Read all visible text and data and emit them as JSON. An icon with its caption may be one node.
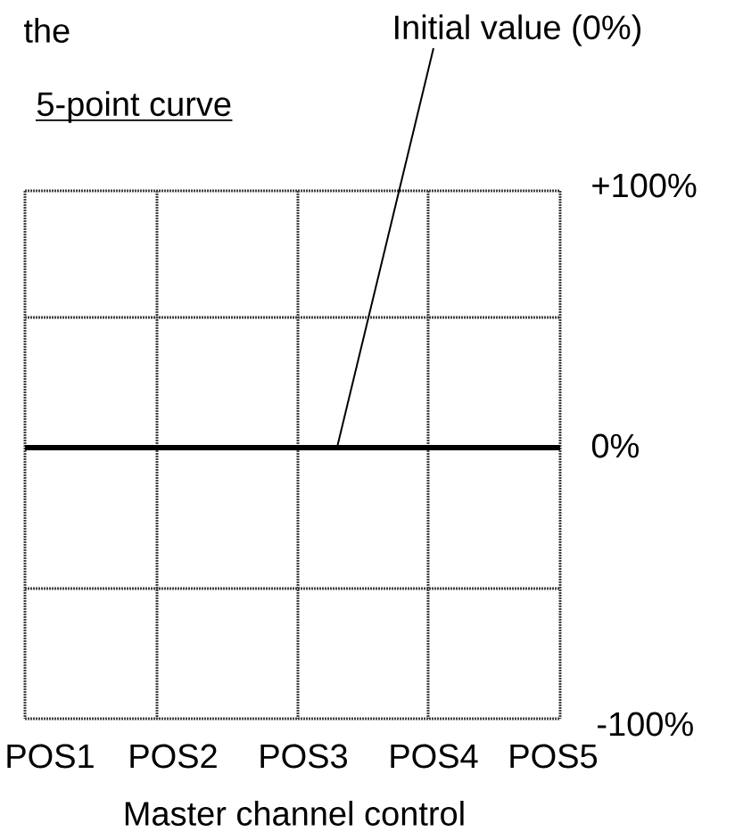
{
  "diagram": {
    "nodes": [
      {
        "text": [
          "Initial value (0%)"
        ]
      },
      {
        "text": [],
        "shape": "line"
      }
    ],
    "edges": [
      {
        "from": 0,
        "to": 1,
        "arrow": "none"
      }
    ],
    "labels": [
      "the",
      "5-point curve",
      "+100%",
      "0%",
      "-100%",
      "POS1",
      "POS2",
      "POS3",
      "POS4",
      "POS5",
      "Master channel control"
    ]
  }
}
